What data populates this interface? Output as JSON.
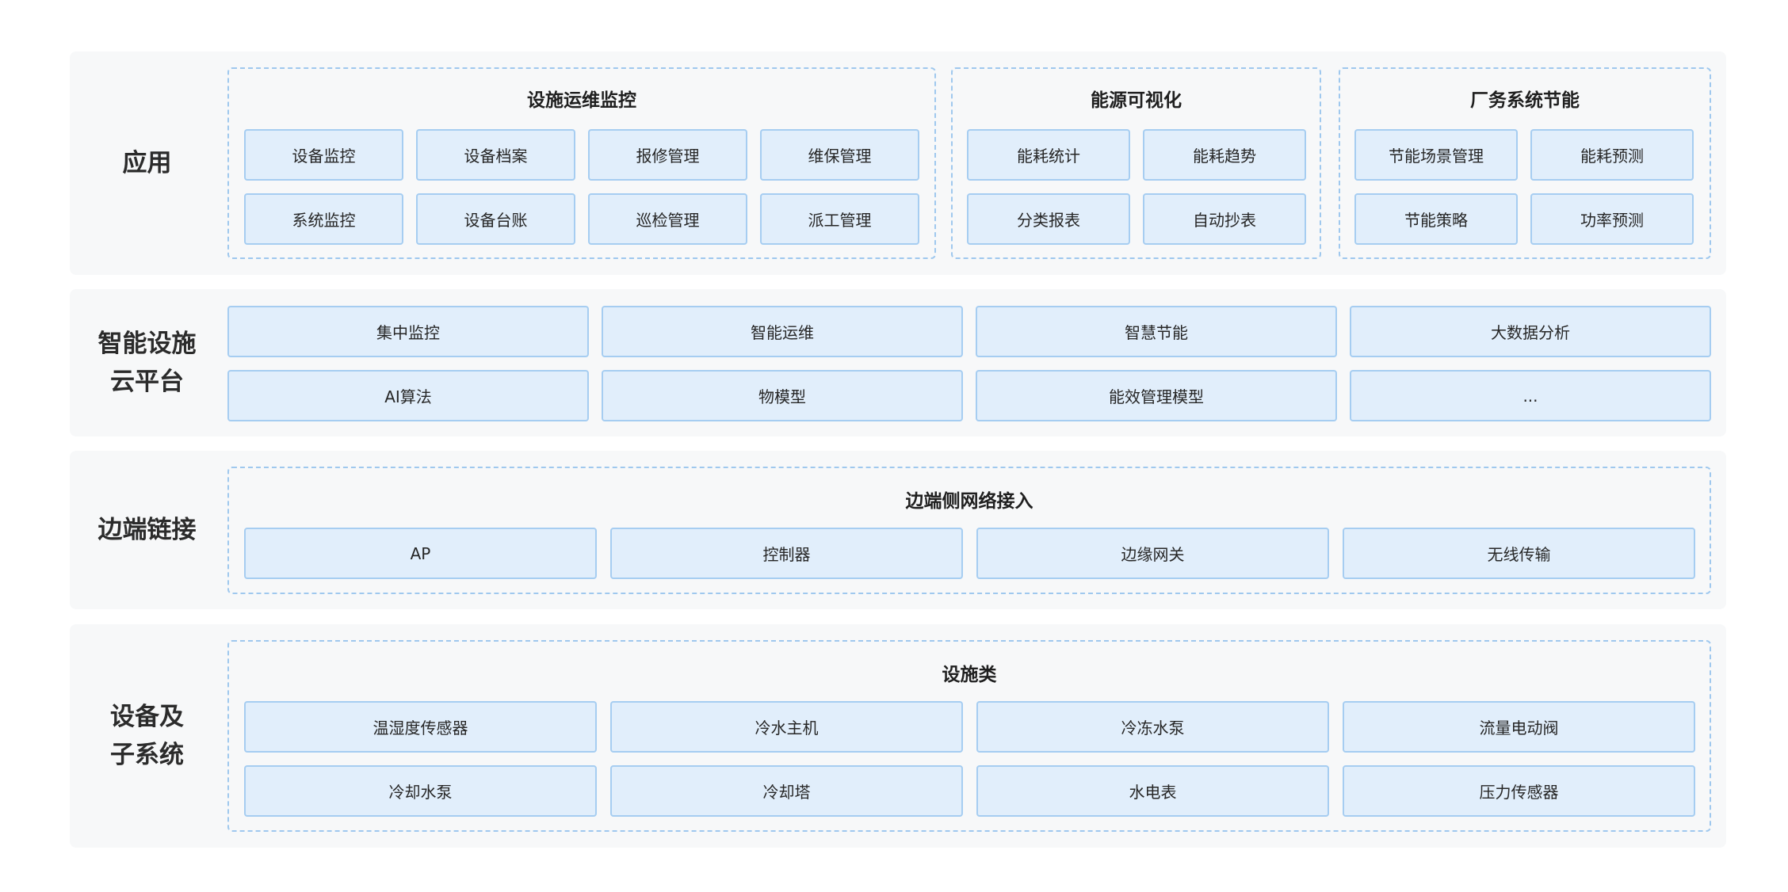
{
  "layers": {
    "app": {
      "label": "应用",
      "groups": {
        "facility": {
          "title": "设施运维监控",
          "items": [
            "设备监控",
            "设备档案",
            "报修管理",
            "维保管理",
            "系统监控",
            "设备台账",
            "巡检管理",
            "派工管理"
          ]
        },
        "energy": {
          "title": "能源可视化",
          "items": [
            "能耗统计",
            "能耗趋势",
            "分类报表",
            "自动抄表"
          ]
        },
        "saving": {
          "title": "厂务系统节能",
          "items": [
            "节能场景管理",
            "能耗预测",
            "节能策略",
            "功率预测"
          ]
        }
      }
    },
    "cloud": {
      "label_line1": "智能设施",
      "label_line2": "云平台",
      "items": [
        "集中监控",
        "智能运维",
        "智慧节能",
        "大数据分析",
        "AI算法",
        "物模型",
        "能效管理模型",
        "..."
      ]
    },
    "edge": {
      "label": "边端链接",
      "group_title": "边端侧网络接入",
      "items": [
        "AP",
        "控制器",
        "边缘网关",
        "无线传输"
      ]
    },
    "device": {
      "label_line1": "设备及",
      "label_line2": "子系统",
      "group_title": "设施类",
      "items": [
        "温湿度传感器",
        "冷水主机",
        "冷冻水泵",
        "流量电动阀",
        "冷却水泵",
        "冷却塔",
        "水电表",
        "压力传感器"
      ]
    }
  }
}
